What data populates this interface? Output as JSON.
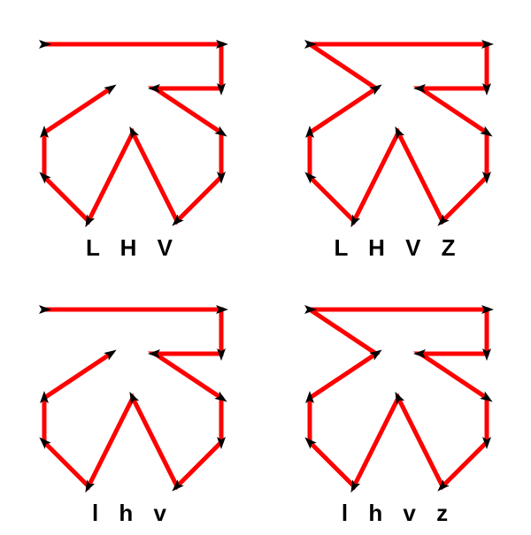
{
  "colors": {
    "path": "#ff0000",
    "marker": "#000000",
    "background": "#ffffff"
  },
  "panels": [
    {
      "label": "L H V"
    },
    {
      "label": "L H V Z"
    },
    {
      "label": "l h v"
    },
    {
      "label": "l h v z"
    }
  ]
}
